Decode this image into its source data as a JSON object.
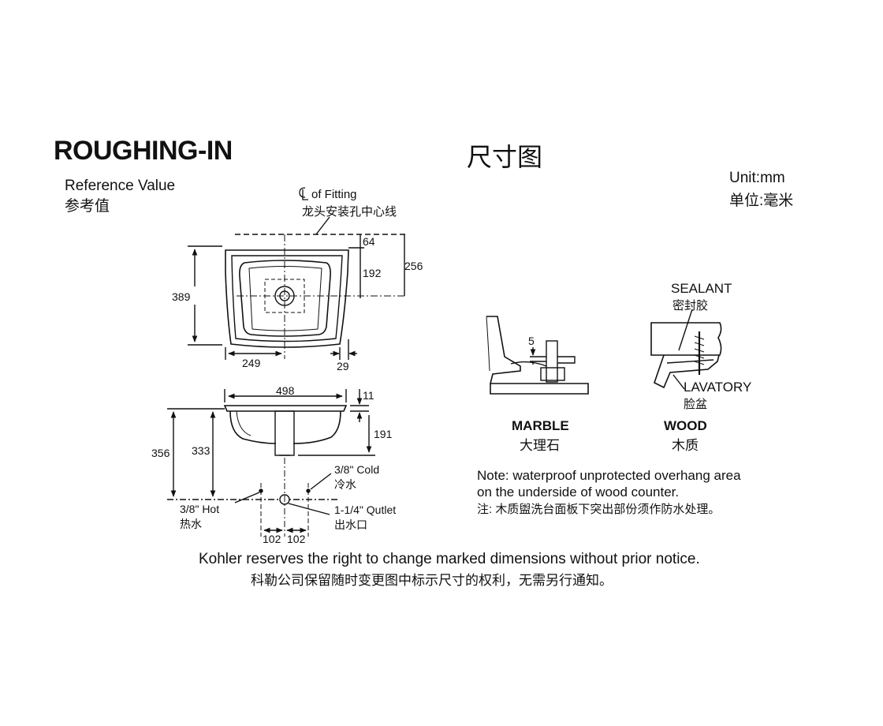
{
  "header": {
    "title": "ROUGHING-IN",
    "title_cn": "尺寸图",
    "reference": "Reference Value",
    "reference_cn": "参考值",
    "unit": "Unit:mm",
    "unit_cn": "单位:毫米"
  },
  "plan_view": {
    "centerline_label": "of Fitting",
    "centerline_cn": "龙头安装孔中心线",
    "dims": {
      "d64": "64",
      "d192": "192",
      "d256": "256",
      "d389": "389",
      "d249": "249",
      "d29": "29"
    }
  },
  "section_view": {
    "dims": {
      "d498": "498",
      "d11": "11",
      "d191": "191",
      "d356": "356",
      "d333": "333",
      "d102a": "102",
      "d102b": "102"
    },
    "cold": "3/8\" Cold",
    "cold_cn": "冷水",
    "hot": "3/8\" Hot",
    "hot_cn": "热水",
    "outlet": "1-1/4\" Qutlet",
    "outlet_cn": "出水口"
  },
  "details": {
    "marble_dim": "5",
    "marble": "MARBLE",
    "marble_cn": "大理石",
    "sealant": "SEALANT",
    "sealant_cn": "密封胶",
    "lavatory": "LAVATORY",
    "lavatory_cn": "脸盆",
    "wood": "WOOD",
    "wood_cn": "木质"
  },
  "note": {
    "line1": "Note: waterproof unprotected overhang area",
    "line2": "on the underside of wood counter.",
    "line_cn": "注:  木质盥洗台面板下突出部份须作防水处理。"
  },
  "footer": {
    "line1": "Kohler reserves the right to change marked dimensions without prior notice.",
    "line_cn": "科勒公司保留随时变更图中标示尺寸的权利，无需另行通知。"
  }
}
